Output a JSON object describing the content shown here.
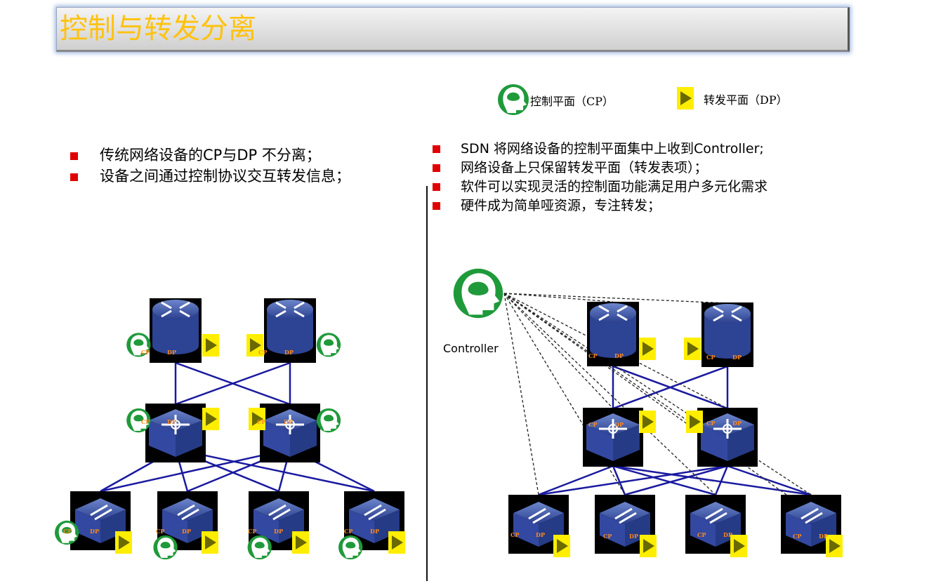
{
  "title": "控制与转发分离",
  "legend": {
    "cp_label": "控制平面（CP）",
    "dp_label": "转发平面（DP）"
  },
  "left_bullets": [
    "传统网络设备的CP与DP 不分离；",
    "设备之间通过控制协议交互转发信息；"
  ],
  "right_bullets": [
    "SDN 将网络设备的控制平面集中上收到Controller;",
    "网络设备上只保留转发平面（转发表项）；",
    "软件可以实现灵活的控制面功能满足用户多元化需求",
    "硬件成为简单哑资源，专注转发；"
  ],
  "controller_label": "Controller",
  "device_tags": {
    "cp": "CP",
    "dp": "DP"
  },
  "colors": {
    "title": "#ffc20e",
    "bullet": "#e00000",
    "link": "#1a1aa0",
    "device": "#3a52a8",
    "brain": "#1f9a3a",
    "dp_icon": "#ffee00"
  },
  "icons": {
    "cp": "brain-head-icon",
    "dp": "play-triangle-icon",
    "core": "router-icon",
    "aggregation": "l3-switch-icon",
    "access": "l2-switch-icon"
  }
}
